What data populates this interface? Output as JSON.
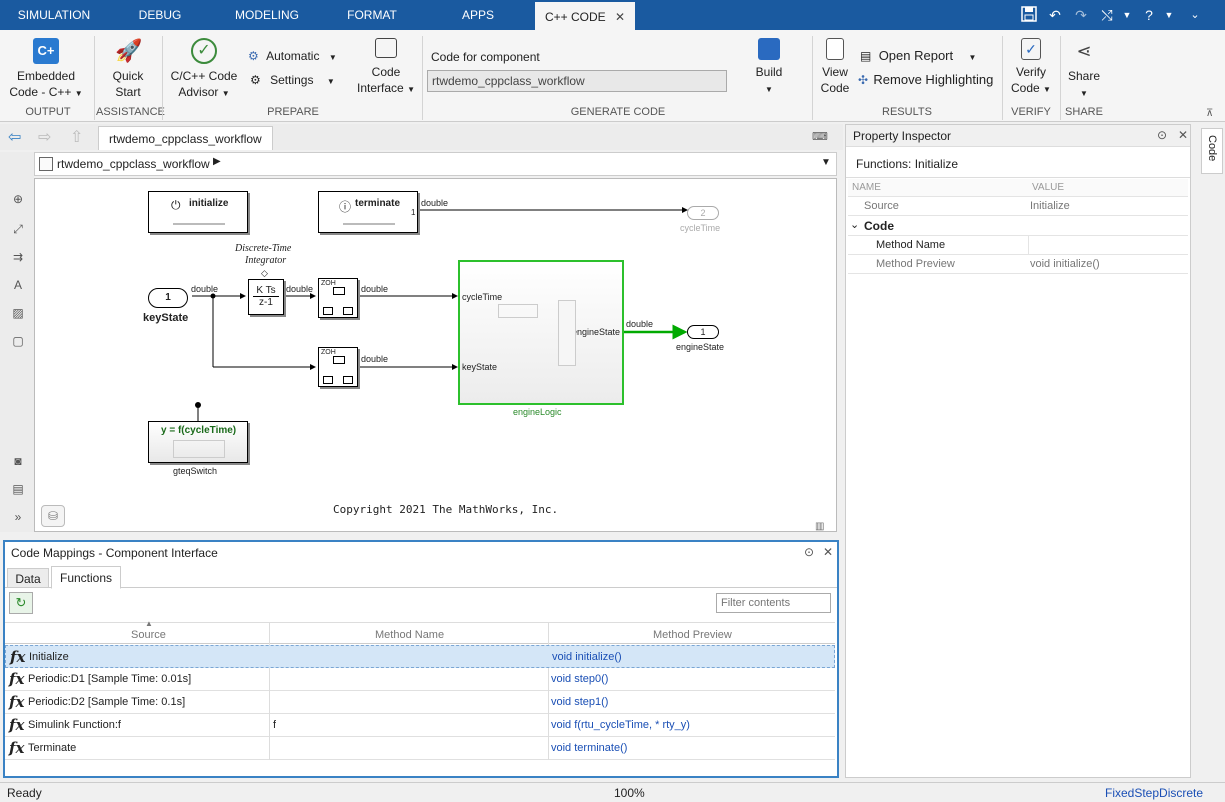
{
  "tabs": [
    {
      "label": "SIMULATION"
    },
    {
      "label": "DEBUG"
    },
    {
      "label": "MODELING"
    },
    {
      "label": "FORMAT"
    },
    {
      "label": "APPS"
    },
    {
      "label": "C++ CODE",
      "active": true
    }
  ],
  "ribbon": {
    "output": {
      "button_line1": "Embedded",
      "button_line2": "Code - C++",
      "section": "OUTPUT"
    },
    "assistance": {
      "button_line1": "Quick",
      "button_line2": "Start",
      "section": "ASSISTANCE"
    },
    "prepare": {
      "advisor_line1": "C/C++ Code",
      "advisor_line2": "Advisor",
      "automatic": "Automatic",
      "settings": "Settings",
      "interface_line1": "Code",
      "interface_line2": "Interface",
      "section": "PREPARE"
    },
    "generate": {
      "component_label": "Code for component",
      "component_value": "rtwdemo_cppclass_workflow",
      "build": "Build",
      "section": "GENERATE CODE"
    },
    "results": {
      "view_line1": "View",
      "view_line2": "Code",
      "open_report": "Open Report",
      "remove_highlighting": "Remove Highlighting",
      "section": "RESULTS"
    },
    "verify": {
      "line1": "Verify",
      "line2": "Code",
      "section": "VERIFY"
    },
    "share": {
      "label": "Share",
      "section": "SHARE"
    }
  },
  "editor": {
    "tab": "rtwdemo_cppclass_workflow",
    "breadcrumb": "rtwdemo_cppclass_workflow",
    "copyright": "Copyright 2021 The MathWorks, Inc."
  },
  "diagram": {
    "initialize": "initialize",
    "terminate": "terminate",
    "terminate_port": "1",
    "double": "double",
    "cycletime_port": "2",
    "cycletime_label": "cycleTime",
    "integrator_title1": "Discrete-Time",
    "integrator_title2": "Integrator",
    "integrator_num": "K Ts",
    "integrator_den": "z-1",
    "zoh": "ZOH",
    "keystate_port": "1",
    "keystate_label": "keyState",
    "enginelogic_in1": "cycleTime",
    "enginelogic_in2": "keyState",
    "enginelogic_out": "engineState",
    "enginelogic_name": "engineLogic",
    "enginestate_port": "1",
    "enginestate_label": "engineState",
    "func_title": "y = f(cycleTime)",
    "func_name": "gteqSwitch"
  },
  "inspector": {
    "title": "Property Inspector",
    "subtitle": "Functions: Initialize",
    "col_name": "NAME",
    "col_value": "VALUE",
    "source_label": "Source",
    "source_value": "Initialize",
    "group": "Code",
    "method_name_label": "Method Name",
    "method_name_value": "",
    "method_preview_label": "Method Preview",
    "method_preview_value": "void initialize()",
    "side_tab": "Code"
  },
  "mapping": {
    "title": "Code Mappings - Component Interface",
    "tab_data": "Data",
    "tab_functions": "Functions",
    "filter_placeholder": "Filter contents",
    "columns": [
      "Source",
      "Method Name",
      "Method Preview"
    ],
    "rows": [
      {
        "source": "Initialize",
        "method": "",
        "preview": "void initialize()",
        "selected": true
      },
      {
        "source": "Periodic:D1 [Sample Time: 0.01s]",
        "method": "",
        "preview": "void step0()"
      },
      {
        "source": "Periodic:D2 [Sample Time: 0.1s]",
        "method": "",
        "preview": "void step1()"
      },
      {
        "source": "Simulink Function:f",
        "method": "f",
        "preview": "void f(rtu_cycleTime, * rty_y)"
      },
      {
        "source": "Terminate",
        "method": "",
        "preview": "void terminate()"
      }
    ],
    "fx": "fx"
  },
  "status": {
    "left": "Ready",
    "zoom": "100%",
    "solver": "FixedStepDiscrete"
  }
}
